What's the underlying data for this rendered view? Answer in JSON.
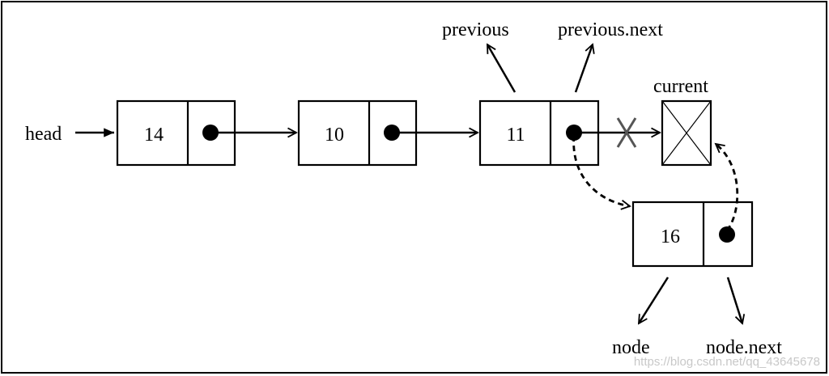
{
  "labels": {
    "head": "head",
    "previous": "previous",
    "previous_next": "previous.next",
    "current": "current",
    "node": "node",
    "node_next": "node.next"
  },
  "nodes": [
    {
      "value": "14"
    },
    {
      "value": "10"
    },
    {
      "value": "11"
    },
    {
      "value": "16"
    }
  ],
  "watermark": "https://blog.csdn.net/qq_43645678",
  "colors": {
    "stroke": "#000000",
    "cross": "#555555",
    "background": "#ffffff"
  }
}
